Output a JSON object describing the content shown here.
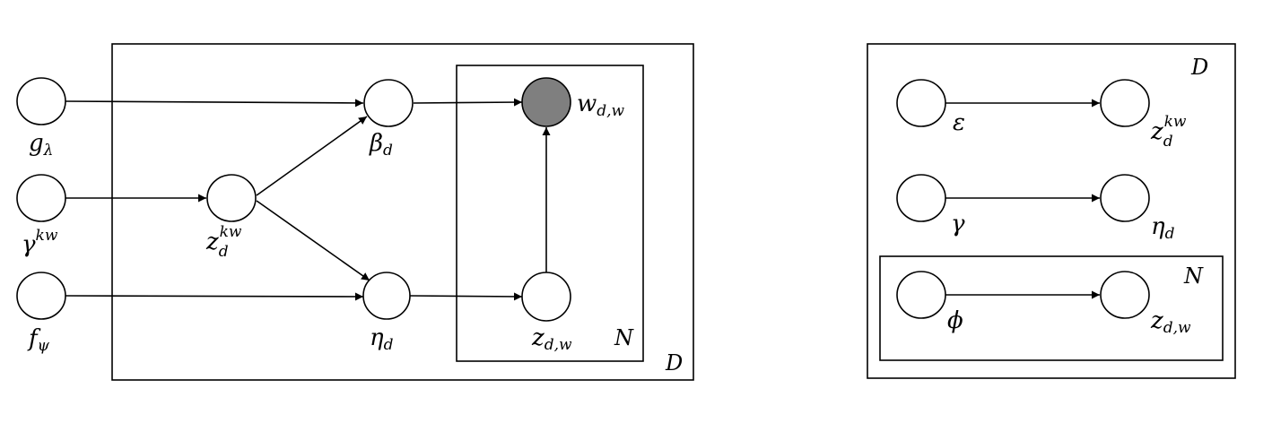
{
  "colors": {
    "observed_fill": "#7f7f7f",
    "stroke": "#000000",
    "background": "#ffffff"
  },
  "generative_model": {
    "plate_outer_label": "D",
    "plate_inner_label": "N",
    "nodes": {
      "g": {
        "base": "g",
        "sub": "λ",
        "sup": ""
      },
      "gamma": {
        "base": "γ",
        "sub": "",
        "sup": "kw"
      },
      "f": {
        "base": "f",
        "sub": "ψ",
        "sup": ""
      },
      "z_kw": {
        "base": "z",
        "sub": "d",
        "sup": "kw"
      },
      "beta": {
        "base": "β",
        "sub": "d",
        "sup": ""
      },
      "eta": {
        "base": "η",
        "sub": "d",
        "sup": ""
      },
      "w": {
        "base": "w",
        "sub": "d,w",
        "sup": "",
        "observed": true
      },
      "z_dw": {
        "base": "z",
        "sub": "d,w",
        "sup": ""
      }
    }
  },
  "variational_model": {
    "plate_outer_label": "D",
    "plate_inner_label": "N",
    "nodes": {
      "epsilon": {
        "base": "ε",
        "sub": "",
        "sup": ""
      },
      "z_kw": {
        "base": "z",
        "sub": "d",
        "sup": "kw"
      },
      "gamma": {
        "base": "γ",
        "sub": "",
        "sup": ""
      },
      "eta": {
        "base": "η",
        "sub": "d",
        "sup": ""
      },
      "phi": {
        "base": "ϕ",
        "sub": "",
        "sup": ""
      },
      "z_dw": {
        "base": "z",
        "sub": "d,w",
        "sup": ""
      }
    }
  }
}
